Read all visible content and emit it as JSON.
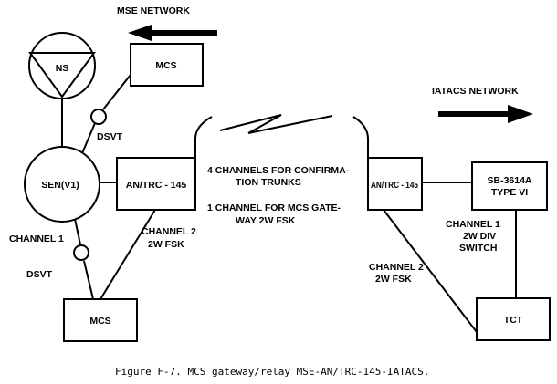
{
  "networks": {
    "mse": "MSE NETWORK",
    "iatacs": "IATACS NETWORK"
  },
  "nodes": {
    "ns": "NS",
    "mcs_top": "MCS",
    "sen": "SEN(V1)",
    "dsvt_top": "DSVT",
    "dsvt_bottom": "DSVT",
    "mcs_bottom": "MCS",
    "antrc_left": "AN/TRC - 145",
    "antrc_right": "AN/TRC - 145",
    "sb_line1": "SB-3614A",
    "sb_line2": "TYPE VI",
    "tct": "TCT"
  },
  "labels": {
    "channel1_left": "CHANNEL 1",
    "channel2_left_l1": "CHANNEL 2",
    "channel2_left_l2": "2W FSK",
    "trunks_l1": "4 CHANNELS FOR CONFIRMA-",
    "trunks_l2": "TION TRUNKS",
    "gateway_l1": "1  CHANNEL FOR MCS GATE-",
    "gateway_l2": "WAY 2W FSK",
    "channel2_right_l1": "CHANNEL 2",
    "channel2_right_l2": "2W FSK",
    "channel1_right_l1": "CHANNEL 1",
    "channel1_right_l2": "2W DIV",
    "channel1_right_l3": "SWITCH"
  },
  "caption": "Figure F-7. MCS gateway/relay MSE-AN/TRC-145-IATACS."
}
